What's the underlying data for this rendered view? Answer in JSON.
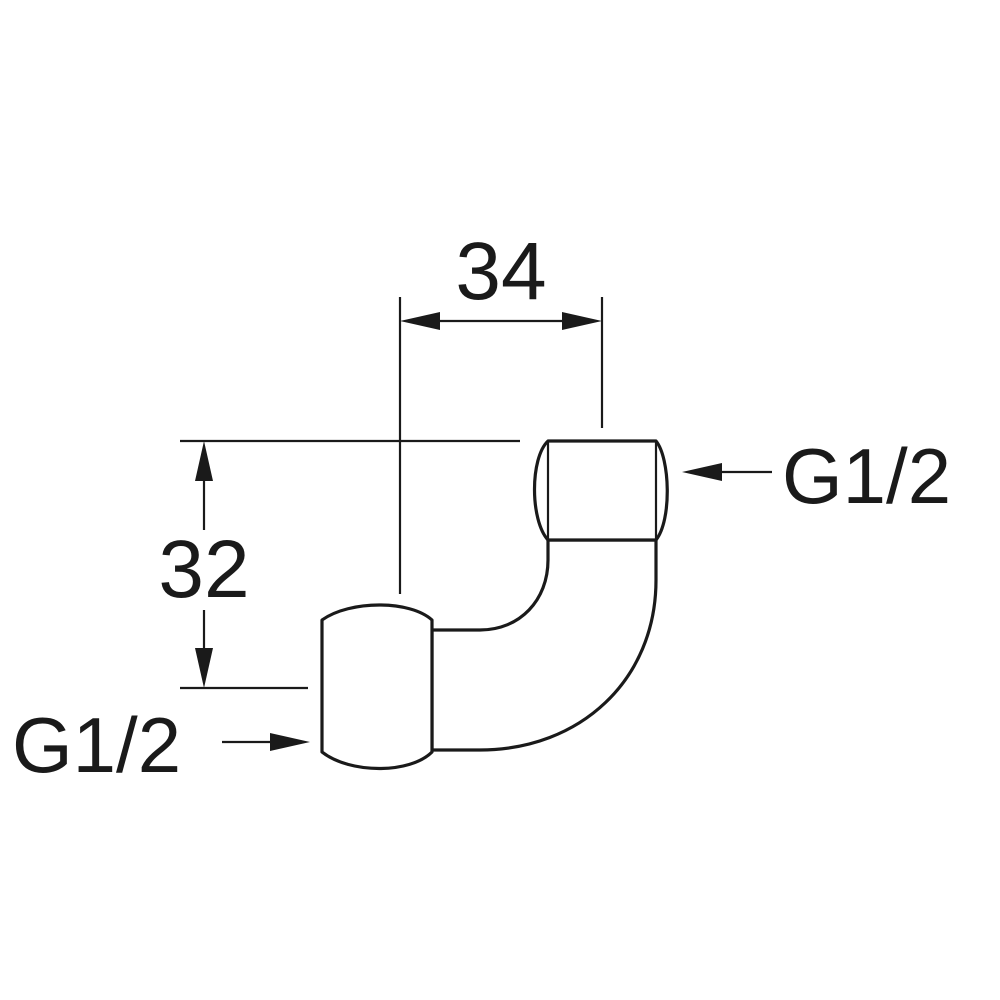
{
  "drawing": {
    "width_dimension": "34",
    "height_dimension": "32",
    "upper_connection": "G1/2",
    "lower_connection": "G1/2",
    "line_color": "#1a1a1a",
    "background_color": "#ffffff"
  }
}
